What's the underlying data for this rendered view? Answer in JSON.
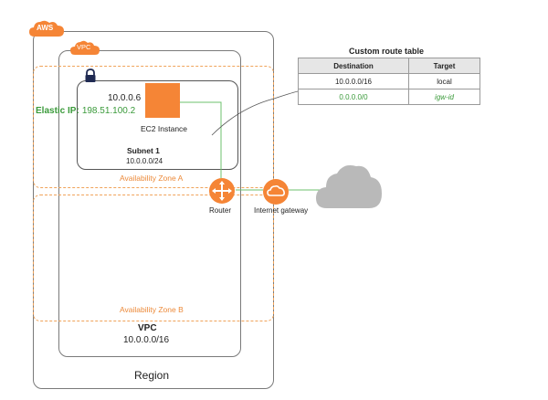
{
  "labels": {
    "aws_badge": "AWS",
    "vpc_badge": "VPC",
    "region": "Region",
    "vpc_title": "VPC",
    "vpc_cidr": "10.0.0.0/16",
    "subnet_title": "Subnet 1",
    "subnet_cidr": "10.0.0.0/24",
    "az_a": "Availability Zone A",
    "az_b": "Availability Zone B",
    "private_ip": "10.0.0.6",
    "elastic_ip_label": "Elastic IP:",
    "elastic_ip_value": "198.51.100.2",
    "ec2_label": "EC2 Instance",
    "router_label": "Router",
    "igw_label": "Internet gateway"
  },
  "route_table": {
    "title": "Custom route table",
    "headers": [
      "Destination",
      "Target"
    ],
    "rows": [
      {
        "destination": "10.0.0.0/16",
        "target": "local"
      },
      {
        "destination": "0.0.0.0/0",
        "target": "igw-id"
      }
    ]
  },
  "colors": {
    "aws_orange": "#f58536",
    "zone_dash": "#f0a35a",
    "route_green": "#3a9a3a",
    "cloud_gray": "#b9b9b9"
  },
  "icons": {
    "lock": "lock-icon",
    "router": "router-icon",
    "igw": "internet-gateway-icon",
    "internet": "internet-cloud-icon",
    "ec2": "ec2-instance-icon"
  }
}
